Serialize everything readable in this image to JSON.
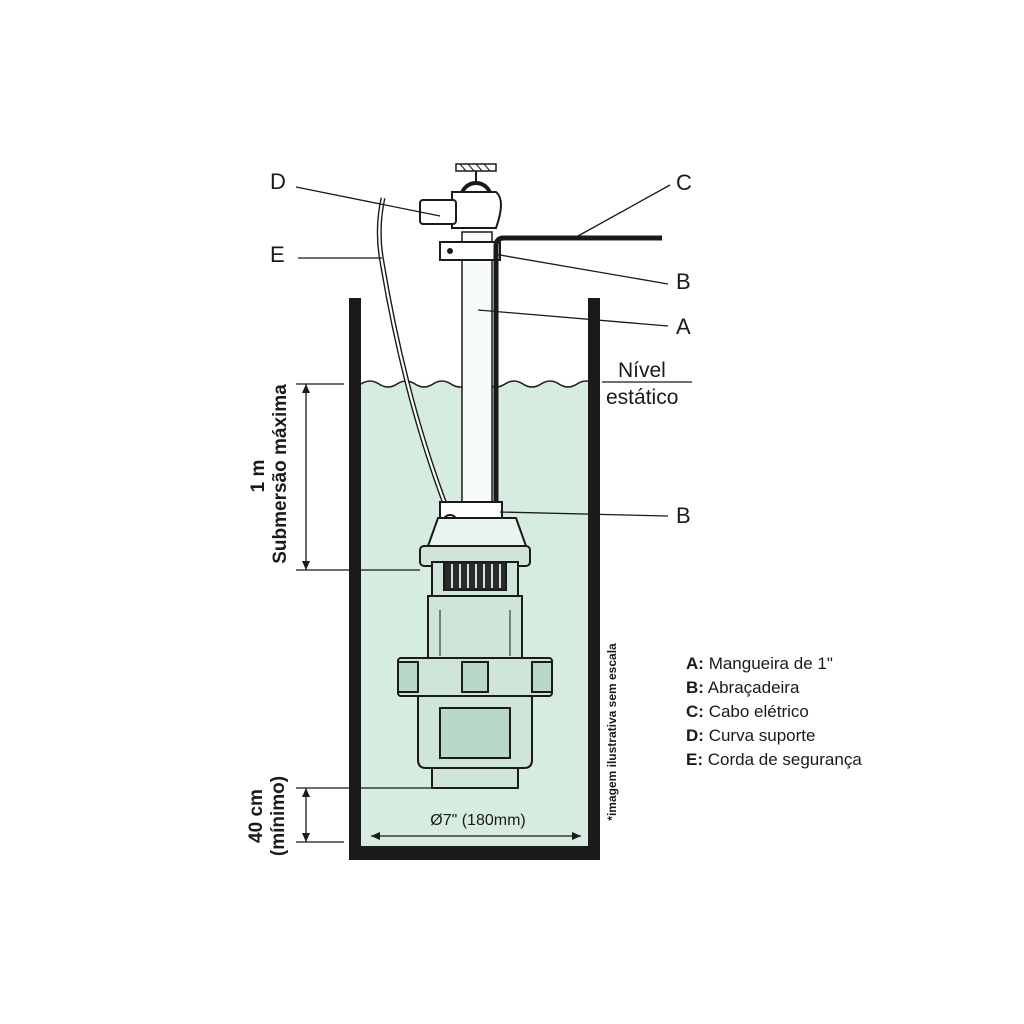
{
  "callouts": {
    "D": "D",
    "E": "E",
    "C": "C",
    "B_top": "B",
    "A": "A",
    "B_bottom": "B"
  },
  "water_level": {
    "line1": "Nível",
    "line2": "estático"
  },
  "dimensions": {
    "submersion_value": "1 m",
    "submersion_label": "Submersão máxima",
    "bottom_gap_value": "40 cm",
    "bottom_gap_label": "(mínimo)",
    "diameter": "Ø7\" (180mm)"
  },
  "note": "*imagem ilustrativa sem escala",
  "legend": [
    {
      "key": "A:",
      "text": "Mangueira de 1\""
    },
    {
      "key": "B:",
      "text": "Abraçadeira"
    },
    {
      "key": "C:",
      "text": "Cabo elétrico"
    },
    {
      "key": "D:",
      "text": "Curva suporte"
    },
    {
      "key": "E:",
      "text": "Corda de segurança"
    }
  ],
  "colors": {
    "water": "#d6ece0",
    "pump": "#cfe5d9",
    "wall": "#1a1a1a"
  }
}
